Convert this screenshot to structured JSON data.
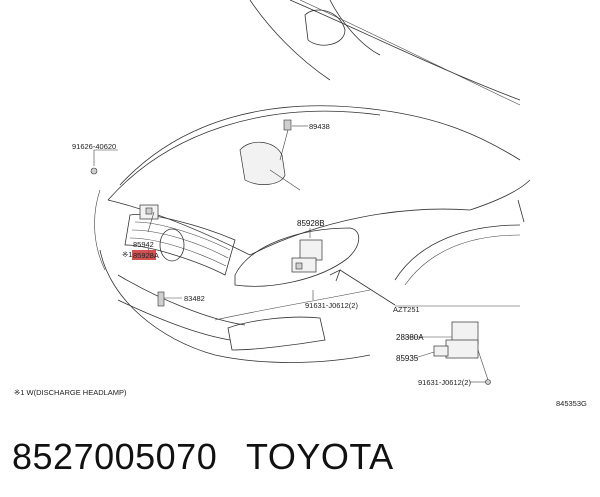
{
  "diagram": {
    "labels": {
      "p91626": "91626-40620",
      "p89438": "89438",
      "p85928b": "85928B",
      "p85942": "85942",
      "p85928a_prefix": "※1",
      "p85928a": "85928A",
      "p83482": "83482",
      "p91631a": "91631-J0612(2)",
      "azt251": "AZT251",
      "p28380a": "28380A",
      "p85935": "85935",
      "p91631b": "91631-J0612(2)",
      "note": "※1 W(DISCHARGE HEADLAMP)",
      "drawing_code": "845353G"
    },
    "colors": {
      "highlight": "#cc3333",
      "line": "#333333"
    }
  },
  "footer": {
    "part_number": "8527005070",
    "brand": "TOYOTA"
  }
}
